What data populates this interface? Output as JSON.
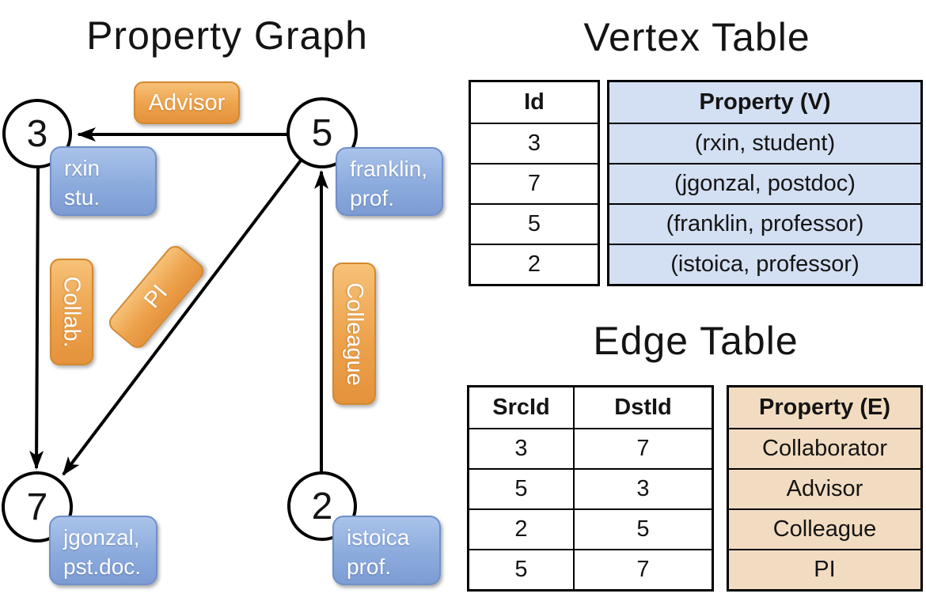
{
  "graph": {
    "title": "Property Graph",
    "vertices": [
      {
        "id": "3",
        "line1": "rxin",
        "line2": "stu."
      },
      {
        "id": "5",
        "line1": "franklin,",
        "line2": "prof."
      },
      {
        "id": "7",
        "line1": "jgonzal,",
        "line2": "pst.doc."
      },
      {
        "id": "2",
        "line1": "istoica",
        "line2": "prof."
      }
    ],
    "edges": [
      {
        "label": "Advisor",
        "src": "5",
        "dst": "3"
      },
      {
        "label": "Collab.",
        "src": "3",
        "dst": "7"
      },
      {
        "label": "PI",
        "src": "5",
        "dst": "7"
      },
      {
        "label": "Colleague",
        "src": "2",
        "dst": "5"
      }
    ]
  },
  "vertex_table": {
    "title": "Vertex Table",
    "columns": {
      "id": "Id",
      "property": "Property (V)"
    },
    "rows": [
      {
        "id": "3",
        "property": "(rxin, student)"
      },
      {
        "id": "7",
        "property": "(jgonzal, postdoc)"
      },
      {
        "id": "5",
        "property": "(franklin, professor)"
      },
      {
        "id": "2",
        "property": "(istoica, professor)"
      }
    ]
  },
  "edge_table": {
    "title": "Edge Table",
    "columns": {
      "src": "SrcId",
      "dst": "DstId",
      "property": "Property (E)"
    },
    "rows": [
      {
        "src": "3",
        "dst": "7",
        "property": "Collaborator"
      },
      {
        "src": "5",
        "dst": "3",
        "property": "Advisor"
      },
      {
        "src": "2",
        "dst": "5",
        "property": "Colleague"
      },
      {
        "src": "5",
        "dst": "7",
        "property": "PI"
      }
    ]
  },
  "colors": {
    "vertex_property_fill": "#d3dff2",
    "edge_property_fill": "#f2dcc1",
    "vertex_box_top": "#aac3ea",
    "vertex_box_bottom": "#7d9cd4",
    "edge_box_top": "#f6c177",
    "edge_box_bottom": "#e5923c",
    "line_color": "#000000"
  }
}
